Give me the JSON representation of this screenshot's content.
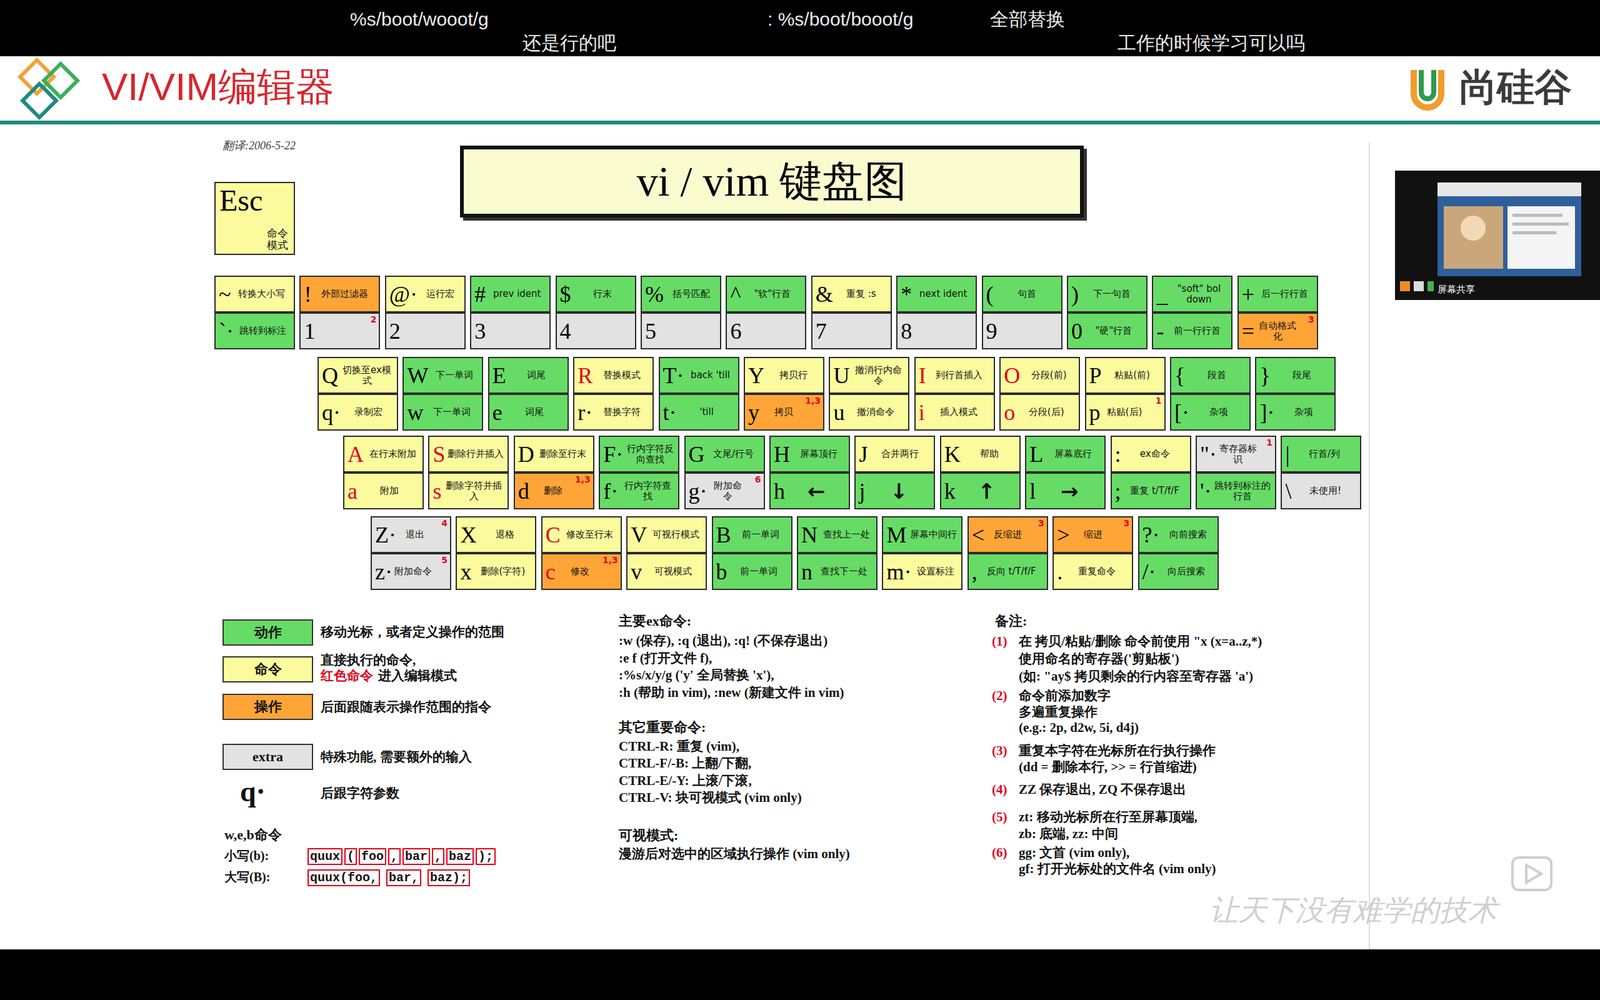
{
  "diagram": {
    "title": "vi / vim 键盘图",
    "nodes": [
      {
        "text": [
          "Esc",
          "命令模式"
        ]
      },
      {
        "text": [
          "~",
          "转换大小写"
        ]
      },
      {
        "text": [
          "`·",
          "跳转到标注"
        ]
      },
      {
        "text": [
          "!",
          "外部过滤器"
        ]
      },
      {
        "text": [
          "1",
          "2"
        ]
      },
      {
        "text": [
          "@·",
          "运行宏"
        ]
      },
      {
        "text": [
          "2"
        ]
      },
      {
        "text": [
          "#",
          "prev ident"
        ]
      },
      {
        "text": [
          "3"
        ]
      },
      {
        "text": [
          "$",
          "行末"
        ]
      },
      {
        "text": [
          "4"
        ]
      },
      {
        "text": [
          "%",
          "括号匹配"
        ]
      },
      {
        "text": [
          "5"
        ]
      },
      {
        "text": [
          "^",
          "\"软\"行首"
        ]
      },
      {
        "text": [
          "6"
        ]
      },
      {
        "text": [
          "&",
          "重复 :s"
        ]
      },
      {
        "text": [
          "7"
        ]
      },
      {
        "text": [
          "*",
          "next ident"
        ]
      },
      {
        "text": [
          "8"
        ]
      },
      {
        "text": [
          "(",
          "句首"
        ]
      },
      {
        "text": [
          "9"
        ]
      },
      {
        "text": [
          ")",
          "下一句首"
        ]
      },
      {
        "text": [
          "0",
          "\"硬\"行首"
        ]
      },
      {
        "text": [
          "_",
          "\"soft\" bol down"
        ]
      },
      {
        "text": [
          "-",
          "前一行行首"
        ]
      },
      {
        "text": [
          "+",
          "后一行行首"
        ]
      },
      {
        "text": [
          "=",
          "自动格式化",
          "3"
        ]
      },
      {
        "text": [
          "Q",
          "切换至ex模式"
        ]
      },
      {
        "text": [
          "q·",
          "录制宏"
        ]
      },
      {
        "text": [
          "W",
          "下一单词"
        ]
      },
      {
        "text": [
          "w",
          "下一单词"
        ]
      },
      {
        "text": [
          "E",
          "词尾"
        ]
      },
      {
        "text": [
          "e",
          "词尾"
        ]
      },
      {
        "text": [
          "R",
          "替换模式"
        ]
      },
      {
        "text": [
          "r·",
          "替换字符"
        ]
      },
      {
        "text": [
          "T·",
          "back 'till"
        ]
      },
      {
        "text": [
          "t·",
          "'till"
        ]
      },
      {
        "text": [
          "Y",
          "拷贝行"
        ]
      },
      {
        "text": [
          "y",
          "拷贝",
          "1,3"
        ]
      },
      {
        "text": [
          "U",
          "撤消行内命令"
        ]
      },
      {
        "text": [
          "u",
          "撤消命令"
        ]
      },
      {
        "text": [
          "I",
          "到行首插入"
        ]
      },
      {
        "text": [
          "i",
          "插入模式"
        ]
      },
      {
        "text": [
          "O",
          "分段(前)"
        ]
      },
      {
        "text": [
          "o",
          "分段(后)"
        ]
      },
      {
        "text": [
          "P",
          "粘贴(前)"
        ]
      },
      {
        "text": [
          "p",
          "粘贴(后)",
          "1"
        ]
      },
      {
        "text": [
          "{",
          "段首"
        ]
      },
      {
        "text": [
          "[·",
          "杂项"
        ]
      },
      {
        "text": [
          "}",
          "段尾"
        ]
      },
      {
        "text": [
          "]·",
          "杂项"
        ]
      },
      {
        "text": [
          "A",
          "在行末附加"
        ]
      },
      {
        "text": [
          "a",
          "附加"
        ]
      },
      {
        "text": [
          "S",
          "删除行并插入"
        ]
      },
      {
        "text": [
          "s",
          "删除字符并插入"
        ]
      },
      {
        "text": [
          "D",
          "删除至行末"
        ]
      },
      {
        "text": [
          "d",
          "删除",
          "1,3"
        ]
      },
      {
        "text": [
          "F·",
          "行内字符反向查找"
        ]
      },
      {
        "text": [
          "f·",
          "行内字符查找"
        ]
      },
      {
        "text": [
          "G",
          "文尾/行号"
        ]
      },
      {
        "text": [
          "g·",
          "附加命令",
          "6"
        ]
      },
      {
        "text": [
          "H",
          "屏幕顶行"
        ]
      },
      {
        "text": [
          "h",
          "←"
        ]
      },
      {
        "text": [
          "J",
          "合并两行"
        ]
      },
      {
        "text": [
          "j",
          "↓"
        ]
      },
      {
        "text": [
          "K",
          "帮助"
        ]
      },
      {
        "text": [
          "k",
          "↑"
        ]
      },
      {
        "text": [
          "L",
          "屏幕底行"
        ]
      },
      {
        "text": [
          "l",
          "→"
        ]
      },
      {
        "text": [
          ":",
          "ex命令"
        ]
      },
      {
        "text": [
          ";",
          "重复 t/T/f/F"
        ]
      },
      {
        "text": [
          "\"·",
          "寄存器标识",
          "1"
        ]
      },
      {
        "text": [
          "'·",
          "跳转到标注的行首"
        ]
      },
      {
        "text": [
          "|",
          "行首/列"
        ]
      },
      {
        "text": [
          "\\",
          "未使用!"
        ]
      },
      {
        "text": [
          "Z·",
          "退出",
          "4"
        ]
      },
      {
        "text": [
          "z·",
          "附加命令",
          "5"
        ]
      },
      {
        "text": [
          "X",
          "退格"
        ]
      },
      {
        "text": [
          "x",
          "删除(字符)"
        ]
      },
      {
        "text": [
          "C",
          "修改至行末"
        ]
      },
      {
        "text": [
          "c",
          "修改",
          "1,3"
        ]
      },
      {
        "text": [
          "V",
          "可视行模式"
        ]
      },
      {
        "text": [
          "v",
          "可视模式"
        ]
      },
      {
        "text": [
          "B",
          "前一单词"
        ]
      },
      {
        "text": [
          "b",
          "前一单词"
        ]
      },
      {
        "text": [
          "N",
          "查找上一处"
        ]
      },
      {
        "text": [
          "n",
          "查找下一处"
        ]
      },
      {
        "text": [
          "M",
          "屏幕中间行"
        ]
      },
      {
        "text": [
          "m·",
          "设置标注"
        ]
      },
      {
        "text": [
          "<",
          "反缩进",
          "3"
        ]
      },
      {
        "text": [
          ",",
          "反向 t/T/f/F"
        ]
      },
      {
        "text": [
          ">",
          "缩进",
          "3"
        ]
      },
      {
        "text": [
          ".",
          "重复命令"
        ]
      },
      {
        "text": [
          "?·",
          "向前搜索"
        ]
      },
      {
        "text": [
          "/·",
          "向后搜索"
        ]
      }
    ],
    "labels": [
      "%s/boot/wooot/g",
      ": %s/boot/booot/g",
      "全部替换",
      "还是行的吧",
      "工作的时候学习可以吗",
      "VI/VIM编辑器",
      "尚硅谷",
      "翻译:2006-5-22",
      "动作",
      "命令",
      "操作",
      "extra",
      "q·",
      "红色命令",
      "进入编辑模式",
      "w,e,b命令",
      "小写(b):",
      "quux",
      "(",
      "foo",
      ",",
      "bar",
      ",",
      "baz",
      ");",
      "大写(B):",
      "quux(foo,",
      "bar,",
      "baz);",
      "主要ex命令:",
      ":w (保存), :q (退出), :q! (不保存退出)",
      ":e f (打开文件 f),",
      ":%s/x/y/g ('y' 全局替换 'x'),",
      ":h (帮助 in vim), :new (新建文件 in vim)",
      "其它重要命令:",
      "CTRL-R: 重复 (vim),",
      "CTRL-F/-B: 上翻/下翻,",
      "CTRL-E/-Y: 上滚/下滚,",
      "CTRL-V: 块可视模式 (vim only)",
      "可视模式:",
      "漫游后对选中的区域执行操作 (vim only)",
      "备注:",
      "(1)",
      "在 拷贝/粘贴/删除 命令前使用 \"x (x=a..z,*)",
      "使用命名的寄存器('剪贴板')",
      "(如: \"ay$ 拷贝剩余的行内容至寄存器 'a')",
      "(2)",
      "命令前添加数字",
      "多遍重复操作",
      "(e.g.: 2p, d2w, 5i, d4j)",
      "(3)",
      "重复本字符在光标所在行执行操作",
      "(dd = 删除本行, >> = 行首缩进)",
      "(4)",
      "ZZ 保存退出, ZQ 不保存退出",
      "(5)",
      "zt: 移动光标所在行至屏幕顶端,",
      "zb: 底端, zz: 中间",
      "(6)",
      "gg: 文首 (vim only),",
      "gf: 打开光标处的文件名 (vim only)",
      "让天下没有难学的技术",
      "屏幕共享"
    ],
    "legend": [
      {
        "text": "移动光标，或者定义操作的范围",
        "color": "#66dc66"
      },
      {
        "text": "直接执行的命令,",
        "color": "#fbfb9e"
      },
      {
        "text": "后面跟随表示操作范围的指令",
        "color": "#ffa538"
      },
      {
        "text": "特殊功能, 需要额外的输入",
        "color": "#e2e2e2"
      },
      {
        "text": "后跟字符参数"
      }
    ]
  }
}
